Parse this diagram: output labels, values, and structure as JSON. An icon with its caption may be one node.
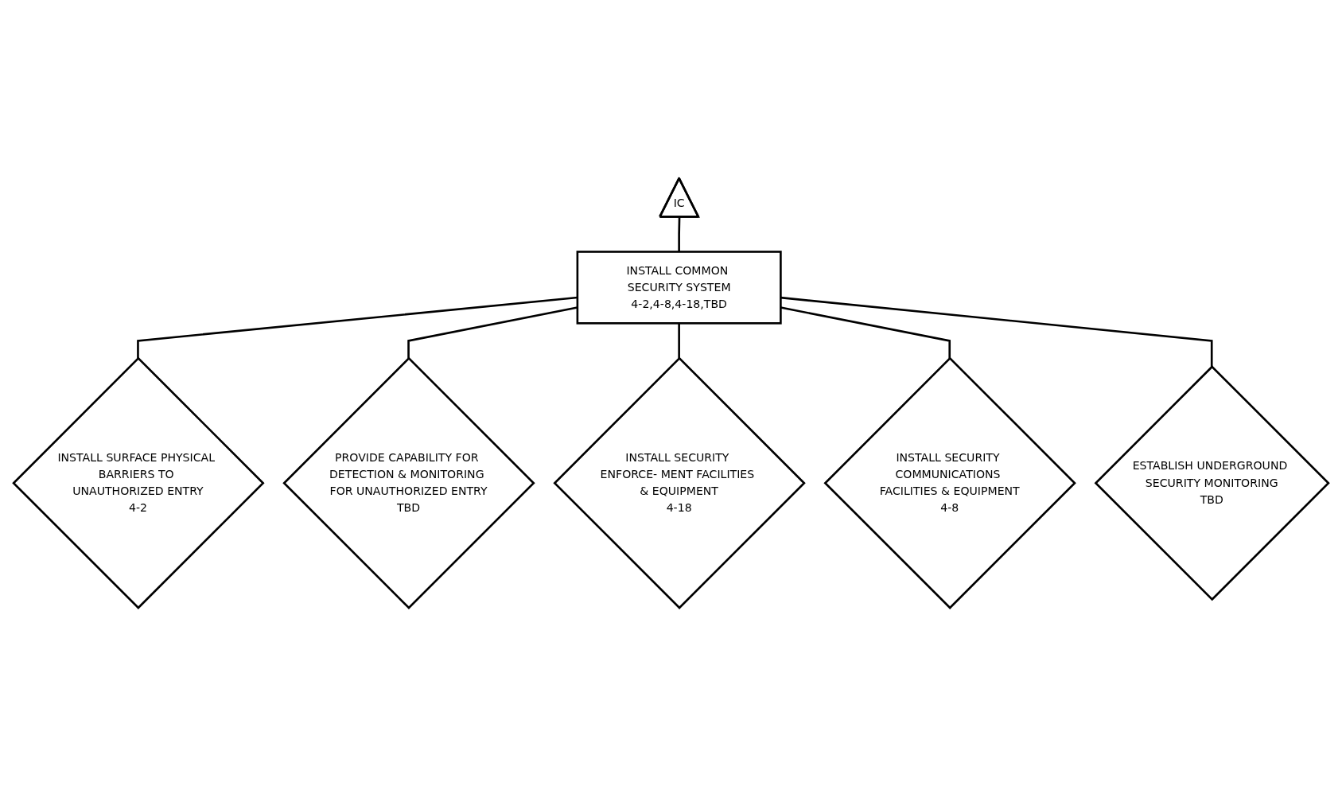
{
  "diagram": {
    "nodes": [
      {
        "text": [
          "IC"
        ]
      },
      {
        "text": [
          "INSTALL COMMON SECURITY SYSTEM",
          "4-2,4-8,4-18,TBD"
        ]
      },
      {
        "text": [
          "INSTALL SURFACE PHYSICAL BARRIERS TO UNAUTHORIZED ENTRY",
          "4-2"
        ]
      },
      {
        "text": [
          "PROVIDE CAPABILITY FOR DETECTION & MONITORING FOR UNAUTHORIZED ENTRY",
          "TBD"
        ]
      },
      {
        "text": [
          "INSTALL SECURITY ENFORCE- MENT FACILITIES & EQUIPMENT",
          "4-18"
        ]
      },
      {
        "text": [
          "INSTALL SECURITY COMMUNICATIONS FACILITIES & EQUIPMENT",
          "4-8"
        ]
      },
      {
        "text": [
          "ESTABLISH UNDERGROUND SECURITY MONITORING",
          "TBD"
        ]
      }
    ],
    "edges": [
      {
        "from": 0,
        "to": 1,
        "arrow": "none"
      },
      {
        "from": 1,
        "to": 2,
        "arrow": "none"
      },
      {
        "from": 1,
        "to": 3,
        "arrow": "none"
      },
      {
        "from": 1,
        "to": 4,
        "arrow": "none"
      },
      {
        "from": 1,
        "to": 5,
        "arrow": "none"
      },
      {
        "from": 1,
        "to": 6,
        "arrow": "none"
      }
    ]
  }
}
